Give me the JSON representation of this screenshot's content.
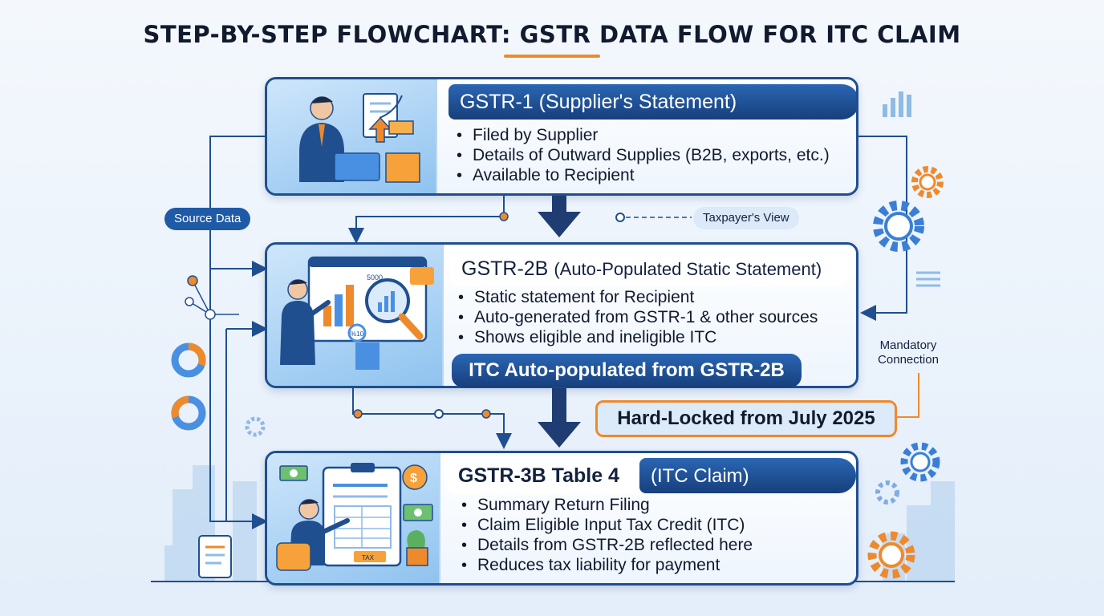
{
  "title": "STEP-BY-STEP FLOWCHART: GSTR DATA FLOW FOR ITC CLAIM",
  "colors": {
    "navy": "#1f4f8f",
    "accent_orange": "#ee8a2c",
    "pill_blue": "#1f5aa6",
    "background": "#eaf2fb"
  },
  "steps": [
    {
      "header": "GSTR-1 (Supplier's Statement)",
      "header_main": "",
      "header_sub": "",
      "bullets": [
        "Filed by Supplier",
        "Details of Outward Supplies (B2B, exports, etc.)",
        "Available to Recipient"
      ],
      "icon": "supplier-laptop-documents-illustration"
    },
    {
      "header": "",
      "header_main": "GSTR-2B",
      "header_sub": "(Auto-Populated Static Statement)",
      "bullets": [
        "Static statement for Recipient",
        "Auto-generated from GSTR-1 & other sources",
        "Shows eligible and ineligible ITC"
      ],
      "icon": "analyst-magnifier-chart-illustration"
    },
    {
      "header": "",
      "header_main": "GSTR-3B Table 4",
      "header_sub": "(ITC Claim)",
      "bullets": [
        "Summary Return Filing",
        "Claim Eligible Input Tax Credit (ITC)",
        "Details from GSTR-2B reflected here",
        "Reduces tax liability for payment"
      ],
      "icon": "tax-form-filing-illustration"
    }
  ],
  "labels": {
    "source_data": "Source Data",
    "taxpayer_view": "Taxpayer's View",
    "itc_banner": "ITC Auto-populated from GSTR-2B",
    "hard_locked": "Hard-Locked from July 2025",
    "mandatory_connection": "Mandatory Connection",
    "tax_form_tag": "TAX",
    "dollar_sign": "$",
    "panel_value": "5000",
    "panel_percent": "%10"
  }
}
